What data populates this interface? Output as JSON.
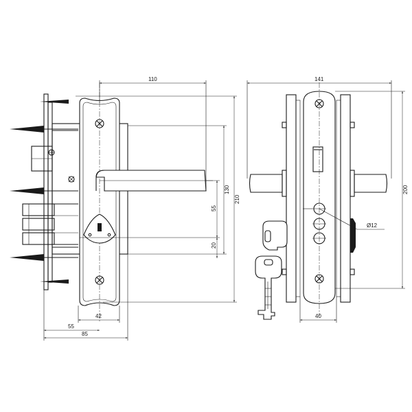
{
  "dimensions": {
    "d110": "110",
    "d141": "141",
    "d130": "130",
    "d210": "210",
    "d200": "200",
    "d55v": "55",
    "d20": "20",
    "d42": "42",
    "d55h": "55",
    "d85": "85",
    "d40": "40",
    "d12": "Ø12"
  },
  "colors": {
    "line": "#1a1a1a",
    "background": "#ffffff"
  }
}
